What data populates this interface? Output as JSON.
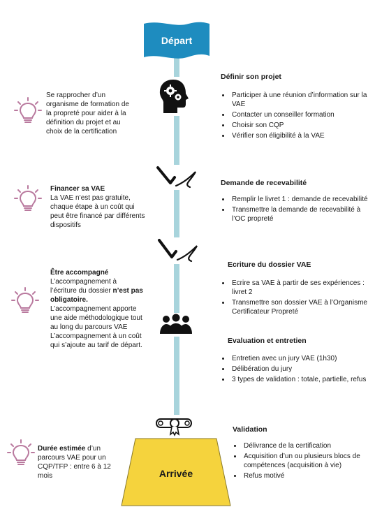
{
  "start_label": "Départ",
  "end_label": "Arrivée",
  "colors": {
    "flag": "#1e8cbf",
    "line": "#a8d4dc",
    "arrival": "#f5d33d",
    "bulb": "#b9799e"
  },
  "steps": [
    {
      "title": "Définir son projet",
      "icon": "head-gears-icon",
      "items": [
        "Participer à une réunion d’information sur la VAE",
        "Contacter un conseiller formation",
        "Choisir son CQP",
        "Vérifier son éligibilité à la VAE"
      ]
    },
    {
      "title": "Demande de recevabilité",
      "icon": "signature-icon",
      "items": [
        "Remplir le livret 1 : demande de recevabilité",
        "Transmettre la demande de recevabilité à l’OC propreté"
      ]
    },
    {
      "title": "Ecriture du dossier VAE",
      "icon": "signature-icon",
      "items": [
        "Ecrire sa VAE à partir de ses expériences : livret 2",
        "Transmettre son dossier VAE à l’Organisme Certificateur Propreté"
      ]
    },
    {
      "title": "Evaluation et entretien",
      "icon": "group-people-icon",
      "items": [
        "Entretien avec un jury VAE (1h30)",
        "Délibération du jury",
        "3 types de validation : totale, partielle, refus"
      ]
    },
    {
      "title": "Validation",
      "icon": "diploma-icon",
      "items": [
        "Délivrance de la certification",
        "Acquisition d’un ou plusieurs blocs de compétences (acquisition à vie)",
        "Refus motivé"
      ]
    }
  ],
  "tips": [
    {
      "title": "",
      "text": "Se rapprocher d’un organisme de formation de la propreté pour aider à la définition du projet et au choix de la certification"
    },
    {
      "title": "Financer sa VAE",
      "text": "La VAE n’est pas gratuite, chaque étape à un coût qui peut être financé par différents dispositifs"
    },
    {
      "title": "Être accompagné",
      "text_a": "L’accompagnement à l’écriture du dossier",
      "text_bold": "n’est pas obligatoire.",
      "text_b": "L’accompagnement apporte une aide méthodologique tout au long du parcours VAE L’accompagnement à un coût qui s’ajoute au tarif de départ."
    },
    {
      "title": "Durée estimée",
      "text": " d’un parcours VAE pour un CQP/TFP : entre 6 à 12 mois"
    }
  ]
}
